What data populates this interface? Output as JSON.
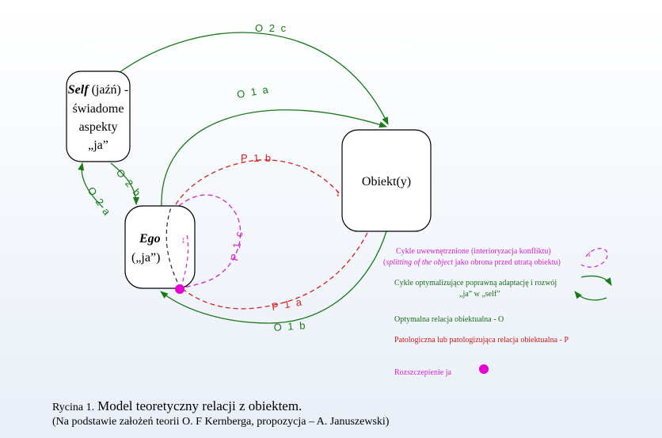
{
  "nodes": {
    "self": {
      "bold": "Self",
      "rest": " (jaźń) -",
      "line2": "świadome",
      "line3": "aspekty",
      "line4": "„ja”"
    },
    "obiekt": {
      "label": "Obiekt(y)"
    },
    "ego": {
      "bold": "Ego",
      "line2": "(„ja”)"
    }
  },
  "edges": {
    "o2c": "O 2 c",
    "o1a": "O 1 a",
    "o2b": "O 2 b",
    "o2a": "O 2 a",
    "p1b": "P 1 b",
    "p1c": "P 1 c",
    "p1a": "P 1 a",
    "o1b": "O 1 b"
  },
  "legend": {
    "internalized_line1": "Cykle uwewnętrznione (interioryzacja konfliktu)",
    "internalized_line2_italic": "splitting of the object",
    "internalized_line2_rest": " jako obrona przed utratą obiektu)",
    "internalized_line2_open": "(",
    "optimizing_line1": "Cykle optymalizujące poprawną adaptację i rozwój",
    "optimizing_line2": "„ja” w „self”",
    "optimal": "Optymalna relacja obiektualna - O",
    "pathological": "Patologiczna lub patologizująca relacja obiektualna - P",
    "split": "Rozszczepienie ja"
  },
  "caption": {
    "prefix": "Rycina 1.",
    "title": "Model teoretyczny relacji z obiektem.",
    "subtitle": "(Na podstawie założeń teorii O. F Kernberga, propozycja – A. Januszewski)"
  },
  "colors": {
    "optimal": "#1a7a1a",
    "pathological": "#d42020",
    "internalized": "#d622c8",
    "split": "#e600d4"
  }
}
